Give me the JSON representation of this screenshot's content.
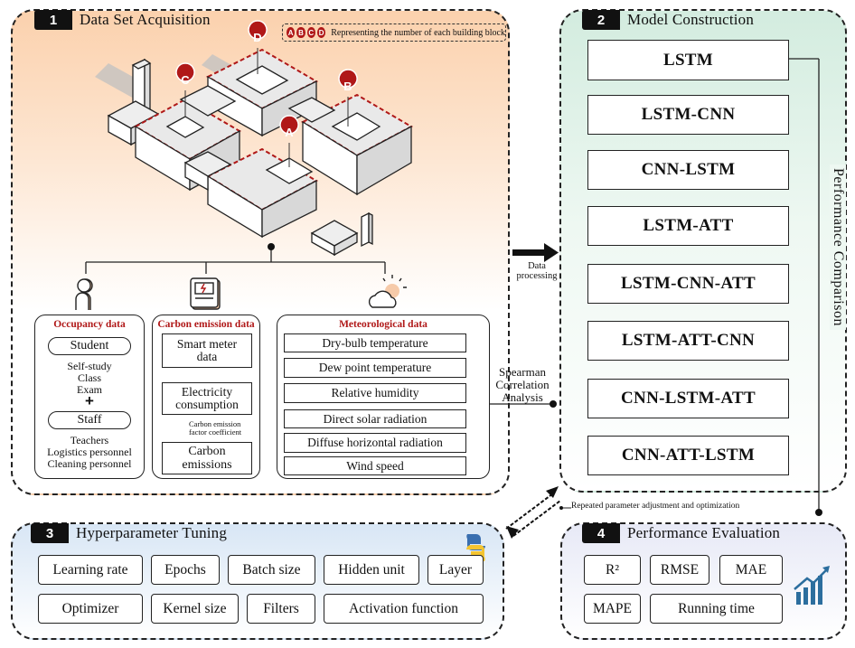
{
  "sections": {
    "s1": {
      "num": "1",
      "title": "Data Set Acquisition"
    },
    "s2": {
      "num": "2",
      "title": "Model Construction"
    },
    "s3": {
      "num": "3",
      "title": "Hyperparameter Tuning"
    },
    "s4": {
      "num": "4",
      "title": "Performance Evaluation"
    }
  },
  "legend": {
    "letters": [
      "A",
      "B",
      "C",
      "D"
    ],
    "text": "Representing the number of each building block"
  },
  "buildings": {
    "labels": [
      "A",
      "B",
      "C",
      "D"
    ]
  },
  "occupancy": {
    "title": "Occupancy data",
    "student": "Student",
    "student_items": [
      "Self-study",
      "Class",
      "Exam"
    ],
    "plus": "+",
    "staff": "Staff",
    "staff_items": [
      "Teachers",
      "Logistics personnel",
      "Cleaning personnel"
    ]
  },
  "carbon": {
    "title": "Carbon emission data",
    "meter": "Smart meter data",
    "electricity": "Electricity consumption",
    "factor": "Carbon emission factor coefficient",
    "emissions": "Carbon emissions"
  },
  "meteo": {
    "title": "Meteorological data",
    "items": [
      "Dry-bulb temperature",
      "Dew point temperature",
      "Relative humidity",
      "Direct solar radiation",
      "Diffuse horizontal radiation",
      "Wind speed"
    ]
  },
  "spearman": "Spearman Correlation Analysis",
  "data_processing": "Data processing",
  "models": [
    "LSTM",
    "LSTM-CNN",
    "CNN-LSTM",
    "LSTM-ATT",
    "LSTM-CNN-ATT",
    "LSTM-ATT-CNN",
    "CNN-LSTM-ATT",
    "CNN-ATT-LSTM"
  ],
  "perf_comparison": "Performance Comparison",
  "repeated": "Repeated parameter adjustment and optimization",
  "hyperparams": [
    "Learning rate",
    "Epochs",
    "Batch size",
    "Hidden unit",
    "Layer",
    "Optimizer",
    "Kernel size",
    "Filters",
    "Activation function"
  ],
  "metrics": [
    "R²",
    "RMSE",
    "MAE",
    "MAPE",
    "Running time"
  ]
}
